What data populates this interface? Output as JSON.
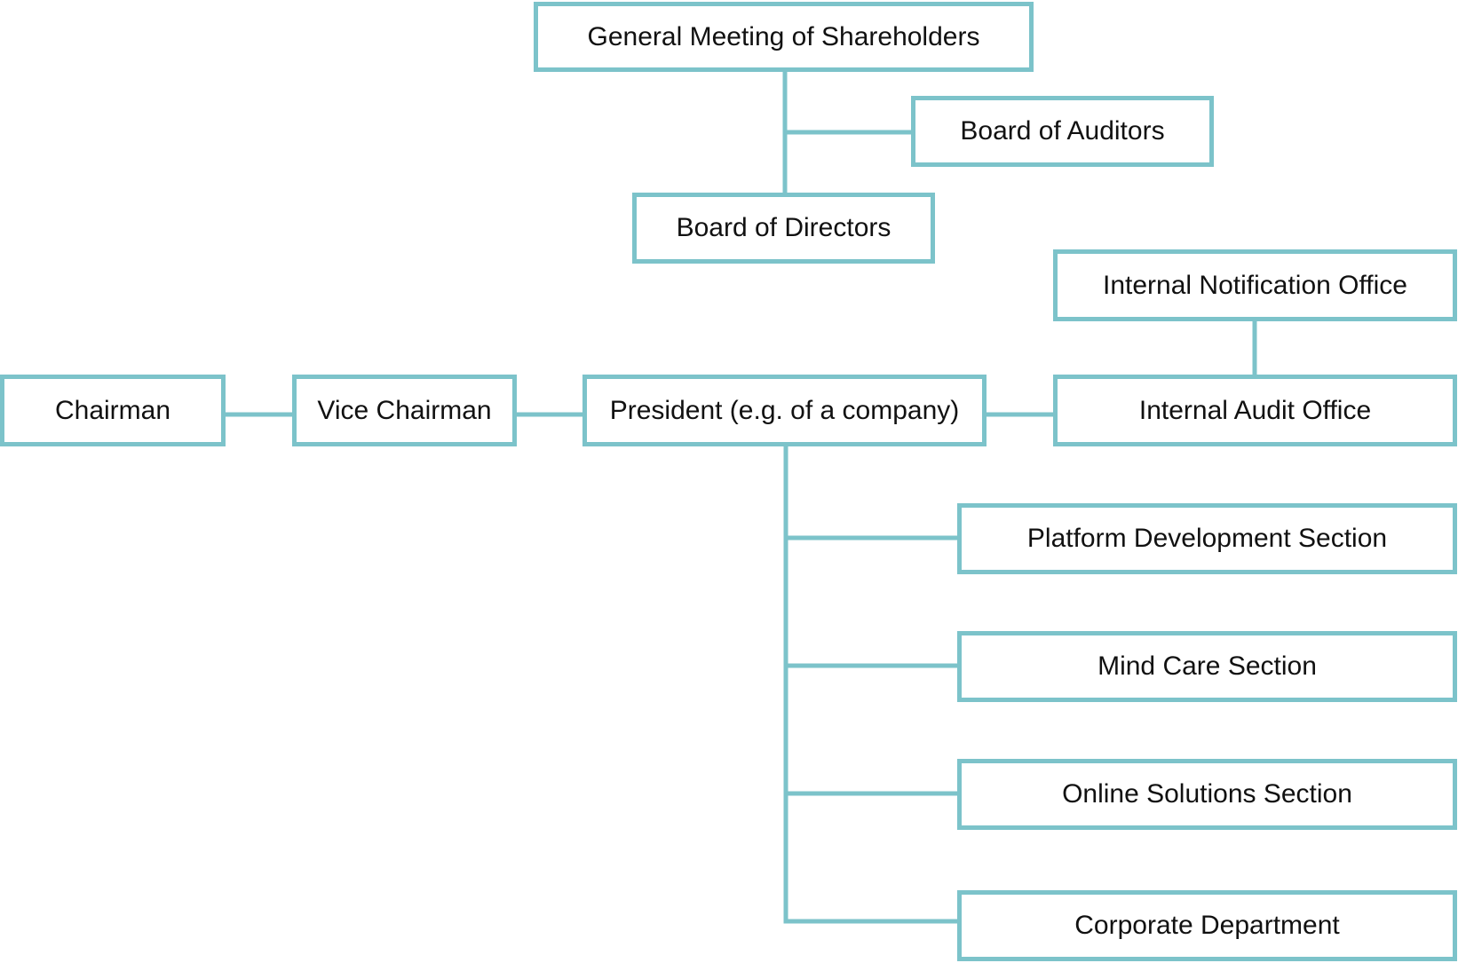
{
  "diagram": {
    "line_color": "#7cc3ca",
    "nodes": {
      "general_meeting": "General Meeting of Shareholders",
      "board_auditors": "Board of Auditors",
      "board_directors": "Board of Directors",
      "internal_notification": "Internal Notification Office",
      "chairman": "Chairman",
      "vice_chairman": "Vice Chairman",
      "president": "President (e.g. of a company)",
      "internal_audit": "Internal Audit Office",
      "platform_development": "Platform Development Section",
      "mind_care": "Mind Care Section",
      "online_solutions": "Online Solutions Section",
      "corporate_department": "Corporate Department"
    }
  }
}
